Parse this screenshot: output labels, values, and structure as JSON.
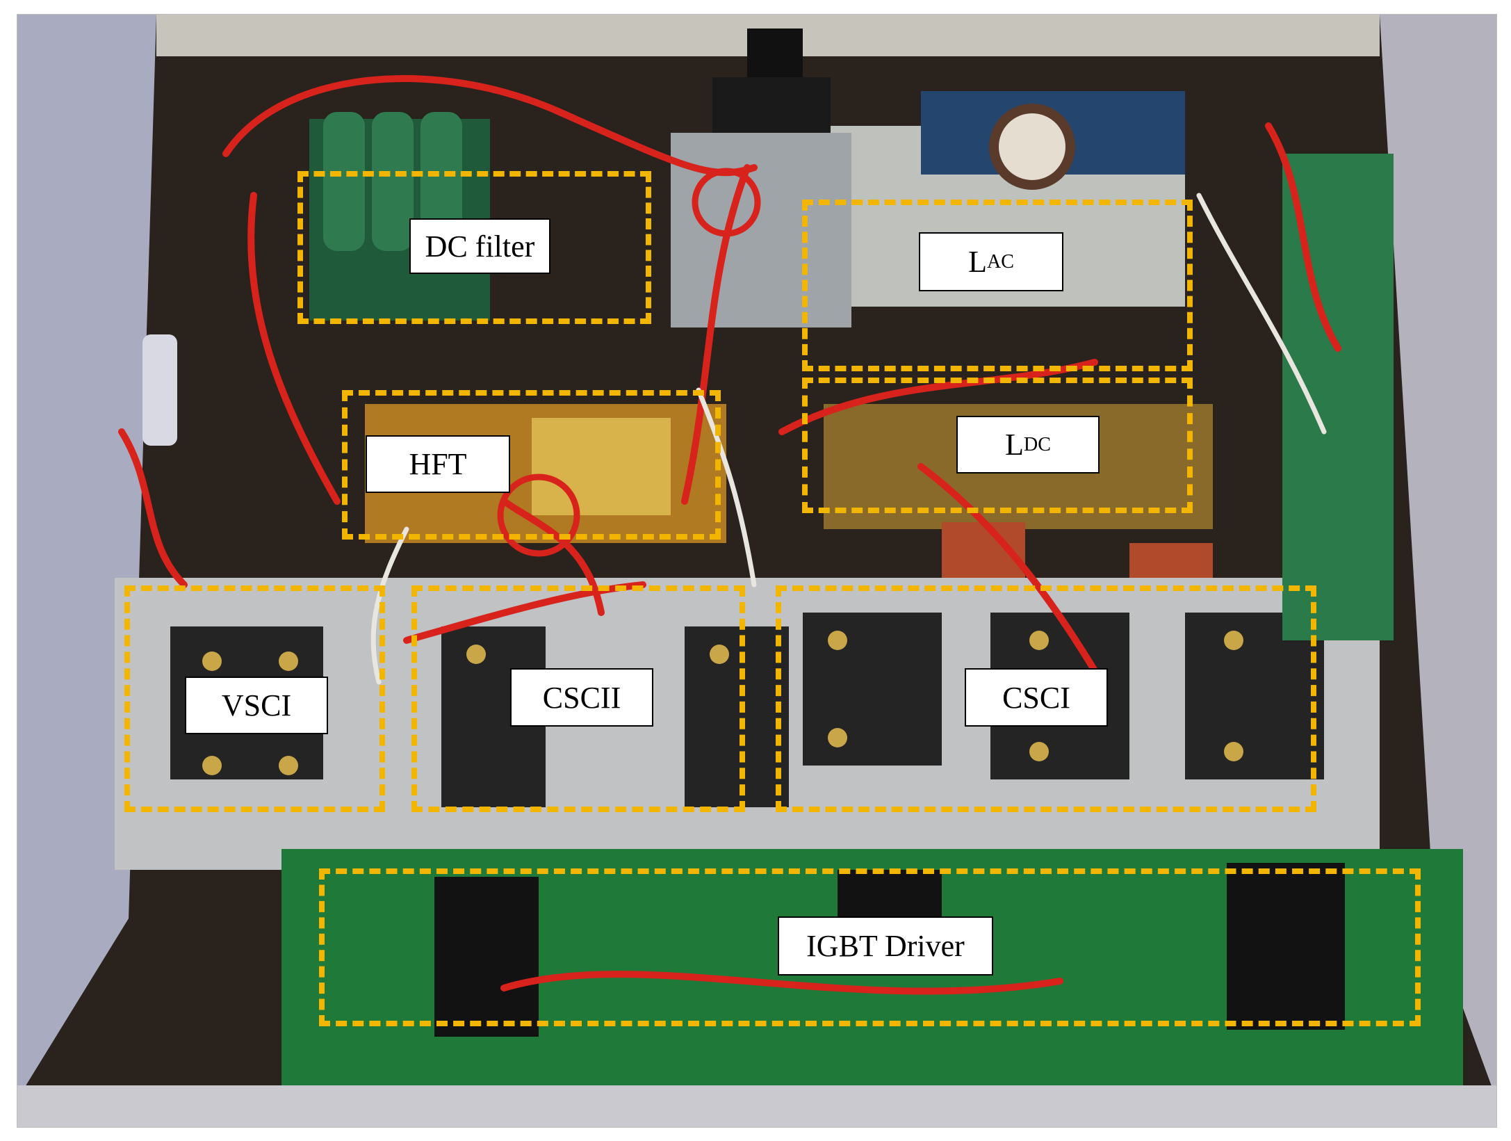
{
  "figure": {
    "description_alt": "Photograph of power converter prototype hardware with annotated regions",
    "colors": {
      "callout_border": "#f3b600",
      "label_background": "#ffffff",
      "label_text": "#000000",
      "pcb_green": "#1f7a3a",
      "wire_red": "#d8221c",
      "chassis_grey": "#b9bcc4"
    },
    "labels": {
      "dc_filter": "DC filter",
      "lac_main": "L",
      "lac_sub": "AC",
      "ldc_main": "L",
      "ldc_sub": "DC",
      "hft": "HFT",
      "vsci": "VSCI",
      "cscii": "CSCII",
      "csci": "CSCI",
      "igbt_driver": "IGBT Driver"
    }
  }
}
